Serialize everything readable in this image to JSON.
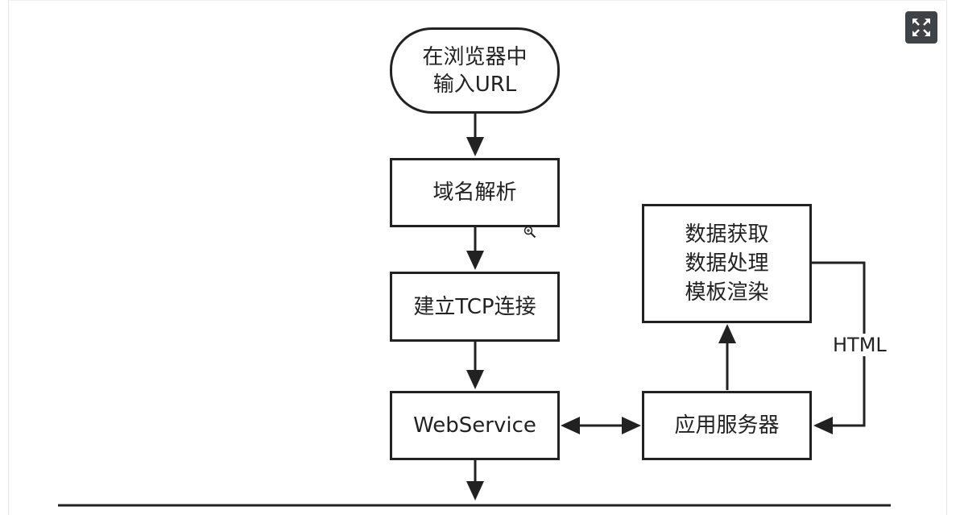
{
  "diagram": {
    "nodes": {
      "input_url": "在浏览器中\n输入URL",
      "dns": "域名解析",
      "tcp": "建立TCP连接",
      "webservice": "WebService",
      "app_server": "应用服务器",
      "processing": "数据获取\n数据处理\n模板渲染"
    },
    "edge_labels": {
      "html": "HTML"
    },
    "colors": {
      "stroke": "#222222",
      "button_bg": "#3f4246"
    }
  },
  "toolbar": {
    "fullscreen_icon": "expand-icon",
    "cursor_icon": "zoom-in-icon"
  }
}
